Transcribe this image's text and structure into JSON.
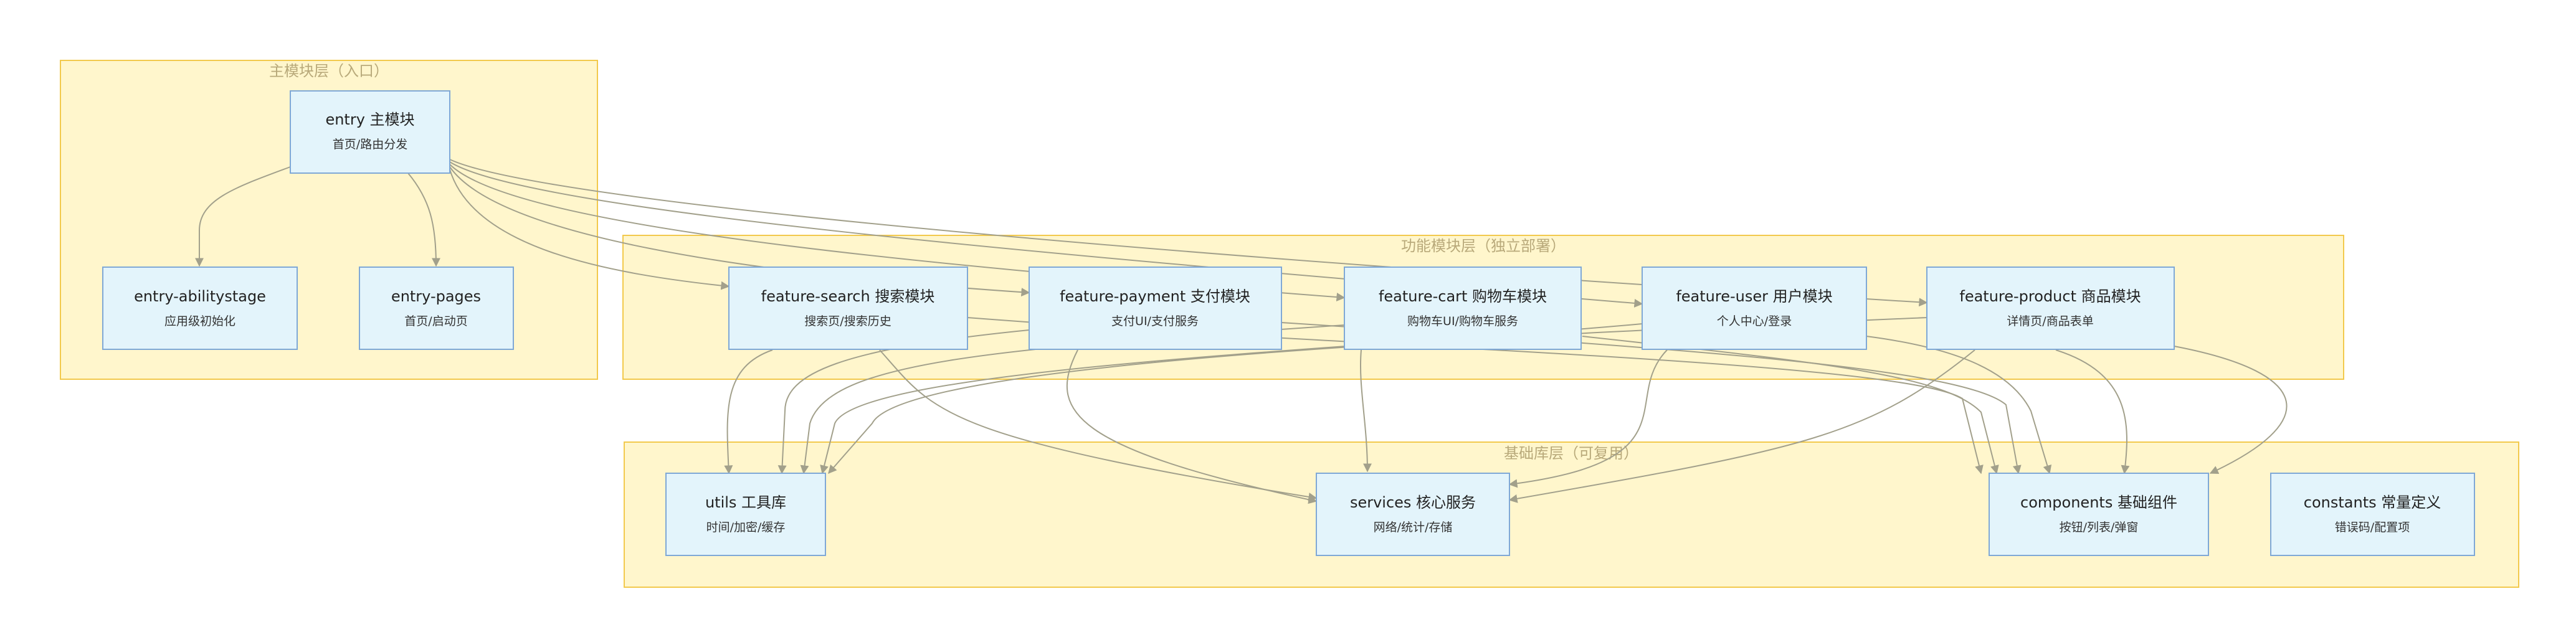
{
  "groups": {
    "main": {
      "label": "主模块层（入口）"
    },
    "feature": {
      "label": "功能模块层（独立部署）"
    },
    "base": {
      "label": "基础库层（可复用）"
    }
  },
  "nodes": {
    "entry": {
      "title": "entry 主模块",
      "subtitle": "首页/路由分发"
    },
    "entry_abilitystage": {
      "title": "entry-abilitystage",
      "subtitle": "应用级初始化"
    },
    "entry_pages": {
      "title": "entry-pages",
      "subtitle": "首页/启动页"
    },
    "feature_search": {
      "title": "feature-search 搜索模块",
      "subtitle": "搜索页/搜索历史"
    },
    "feature_payment": {
      "title": "feature-payment 支付模块",
      "subtitle": "支付UI/支付服务"
    },
    "feature_cart": {
      "title": "feature-cart 购物车模块",
      "subtitle": "购物车UI/购物车服务"
    },
    "feature_user": {
      "title": "feature-user 用户模块",
      "subtitle": "个人中心/登录"
    },
    "feature_product": {
      "title": "feature-product 商品模块",
      "subtitle": "详情页/商品表单"
    },
    "utils": {
      "title": "utils 工具库",
      "subtitle": "时间/加密/缓存"
    },
    "services": {
      "title": "services 核心服务",
      "subtitle": "网络/统计/存储"
    },
    "components": {
      "title": "components 基础组件",
      "subtitle": "按钮/列表/弹窗"
    },
    "constants": {
      "title": "constants 常量定义",
      "subtitle": "错误码/配置项"
    }
  }
}
